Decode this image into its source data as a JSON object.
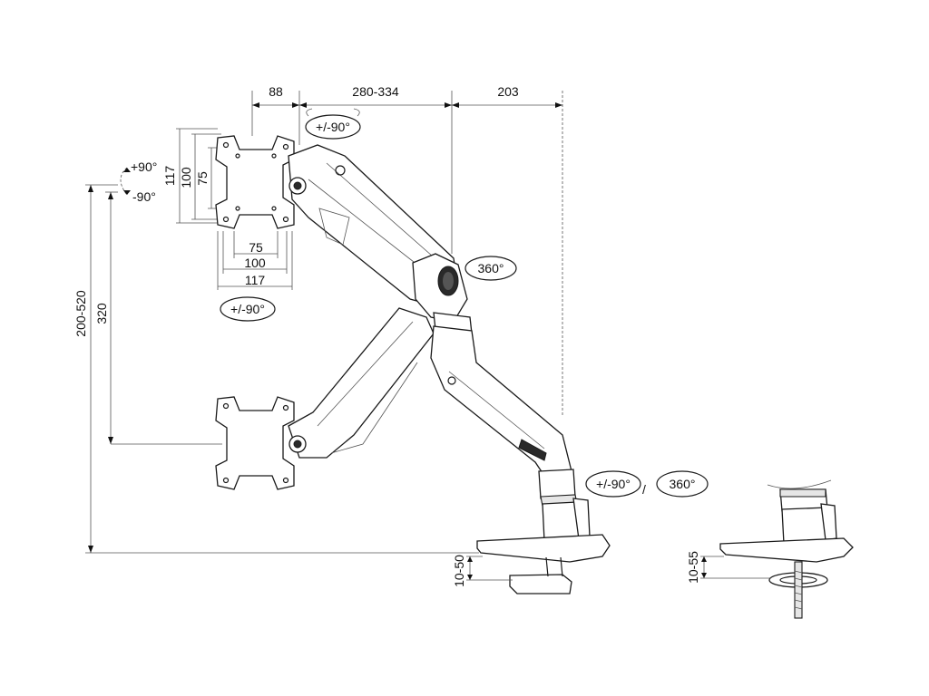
{
  "dimensions": {
    "plate_offset": "88",
    "arm_reach": "280-334",
    "pole_offset": "203",
    "vesa_height_max": "117",
    "vesa_height_mid": "100",
    "vesa_height_min": "75",
    "vesa_width_min": "75",
    "vesa_width_mid": "100",
    "vesa_width_max": "117",
    "height_range": "200-520",
    "height_travel": "320",
    "clamp_range": "10-50",
    "grommet_range": "10-55"
  },
  "rotations": {
    "tilt_up": "+90°",
    "tilt_down": "-90°",
    "swivel_top": "+/-90°",
    "swivel_plate": "+/-90°",
    "elbow": "360°",
    "base_swivel": "+/-90°",
    "base_rotate": "360°",
    "separator": "/"
  }
}
